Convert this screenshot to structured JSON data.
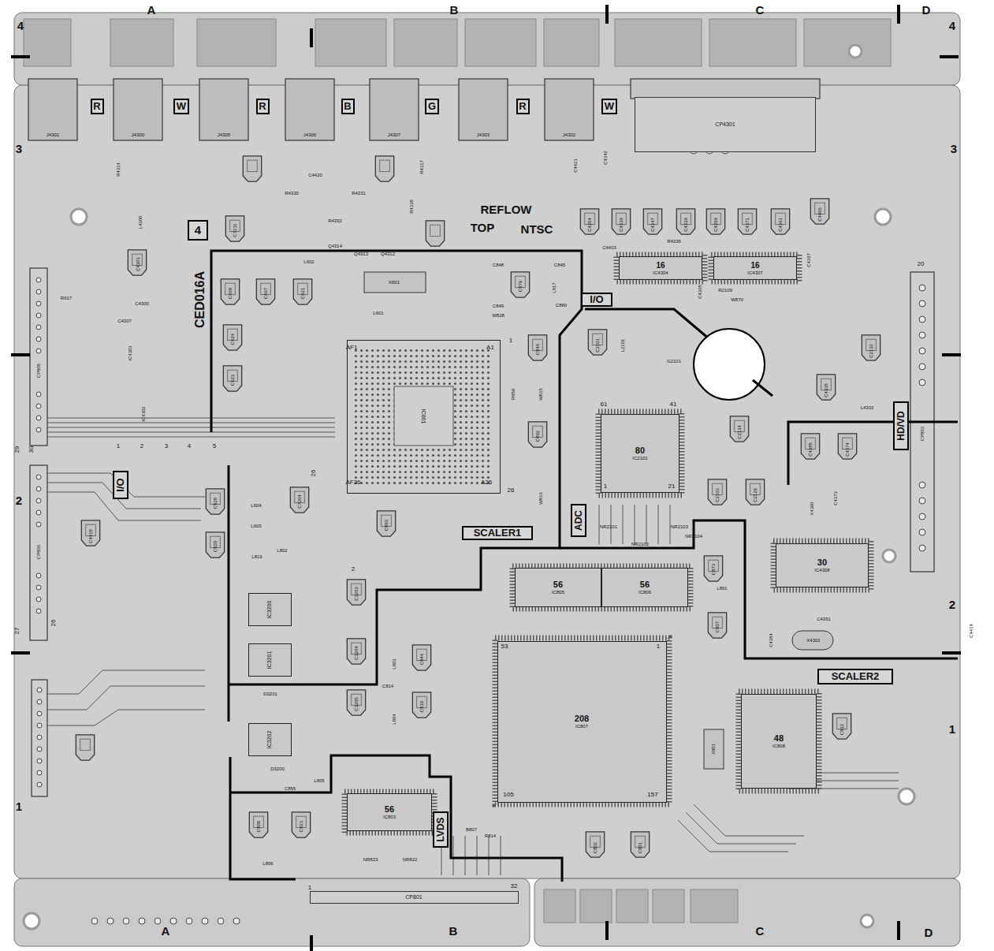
{
  "diagram": {
    "nodes": [
      {
        "text": [
          "R"
        ]
      },
      {
        "text": [
          "W"
        ]
      },
      {
        "text": [
          "R"
        ]
      },
      {
        "text": [
          "B"
        ]
      },
      {
        "text": [
          "G"
        ]
      },
      {
        "text": [
          "R"
        ]
      },
      {
        "text": [
          "W"
        ]
      },
      {
        "text": [
          "4"
        ]
      },
      {
        "text": [
          "I/O"
        ]
      },
      {
        "text": [
          "HD/VD"
        ]
      },
      {
        "text": [
          "I/O"
        ]
      },
      {
        "text": [
          "ADC"
        ]
      },
      {
        "text": [
          "SCALER1"
        ]
      },
      {
        "text": [
          "SCALER2"
        ]
      },
      {
        "text": [
          "LVDS"
        ]
      },
      {
        "text": [
          "16",
          "IC4304"
        ]
      },
      {
        "text": [
          "16",
          "IC4307"
        ]
      },
      {
        "text": [
          "80",
          "IC2101"
        ]
      },
      {
        "text": [
          "56",
          "IC805"
        ]
      },
      {
        "text": [
          "56",
          "IC806"
        ]
      },
      {
        "text": [
          "30",
          "IC4308"
        ]
      },
      {
        "text": [
          "208",
          "IC807"
        ]
      },
      {
        "text": [
          "56",
          "IC803"
        ]
      },
      {
        "text": [
          "48",
          "IC808"
        ]
      },
      {
        "text": [
          "IC801"
        ]
      },
      {
        "text": [
          "CP801"
        ]
      },
      {
        "text": [
          "IC3200"
        ]
      },
      {
        "text": [
          "IC3201"
        ]
      },
      {
        "text": [
          "IC3202"
        ]
      },
      {
        "text": [
          "CP4301"
        ]
      }
    ],
    "labels": [
      "A",
      "B",
      "C",
      "D",
      "4",
      "4",
      "3",
      "3",
      "2",
      "2",
      "1",
      "1",
      "A",
      "B",
      "C",
      "D",
      "J4301",
      "J4300",
      "J4305",
      "J4306",
      "J4307",
      "J4303",
      "J4302",
      "REFLOW",
      "TOP",
      "NTSC",
      "CED016A",
      "R4314",
      "R4330",
      "R4331",
      "C4420",
      "R4392",
      "Q4314",
      "Q4313",
      "Q4312",
      "R4317",
      "R4338",
      "C4421",
      "C4342",
      "C4354",
      "C4339",
      "C4347",
      "C4339",
      "C4359",
      "C4371",
      "C4361",
      "C4406",
      "R4336",
      "C4403",
      "C4365",
      "C4367",
      "R2109",
      "W870",
      "C2101",
      "L2101",
      "G2101",
      "C2132",
      "C4335",
      "L4303",
      "C2134",
      "C2103",
      "C2129",
      "C4385",
      "C4374",
      "C4373",
      "X4300",
      "C4391",
      "X4301",
      "C4384",
      "C812",
      "X801",
      "C802",
      "C801",
      "CP803",
      "20",
      "C4414",
      "R617",
      "CP805",
      "29",
      "30",
      "CP806",
      "27",
      "26",
      "C4418",
      "C4301",
      "L4300",
      "C4300",
      "C4307",
      "IC4303",
      "IC4302",
      "C7211",
      "C669",
      "C667",
      "C621",
      "L602",
      "C624",
      "C623",
      "C828",
      "C820",
      "L604",
      "L603",
      "L819",
      "L802",
      "C7204",
      "C3203",
      "C3204",
      "C3205",
      "C844",
      "C810",
      "L803",
      "L804",
      "C814",
      "D3201",
      "D3200",
      "C855",
      "L805",
      "C808",
      "C823",
      "L806",
      "C893",
      "C892",
      "C846",
      "C879",
      "L817",
      "C880",
      "C845",
      "C848",
      "C849",
      "W828",
      "X601",
      "L601",
      "C873",
      "L801",
      "C807",
      "1",
      "2",
      "3",
      "4",
      "5",
      "26",
      "AF1",
      "A1",
      "1",
      "AF26",
      "A26",
      "26",
      "61",
      "41",
      "1",
      "21",
      "53",
      "1",
      "105",
      "157",
      "1",
      "32",
      "2",
      "NR2101",
      "NR2102",
      "NR2103",
      "NR2104",
      "NR823",
      "NR822",
      "B807",
      "R814",
      "W816",
      "W815",
      "R859"
    ]
  }
}
